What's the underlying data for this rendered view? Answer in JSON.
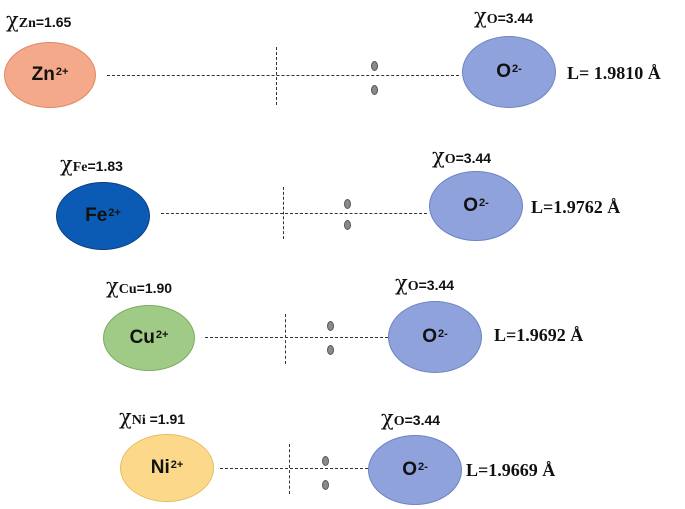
{
  "pairs": [
    {
      "chi_left": {
        "element": "Zn",
        "value": "=1.65"
      },
      "cation": {
        "symbol": "Zn",
        "charge": "2+",
        "color": "#f4a98a",
        "border": "#e08866"
      },
      "chi_right": {
        "element": "O",
        "value": "=3.44"
      },
      "anion": {
        "symbol": "O",
        "charge": "2-"
      },
      "bond_length": "L= 1.9810 Å"
    },
    {
      "chi_left": {
        "element": "Fe",
        "value": "=1.83"
      },
      "cation": {
        "symbol": "Fe",
        "charge": "2+",
        "color": "#0b5bb5",
        "border": "#083f82"
      },
      "chi_right": {
        "element": "O",
        "value": "=3.44"
      },
      "anion": {
        "symbol": "O",
        "charge": "2-"
      },
      "bond_length": "L=1.9762 Å"
    },
    {
      "chi_left": {
        "element": "Cu",
        "value": "=1.90"
      },
      "cation": {
        "symbol": "Cu",
        "charge": "2+",
        "color": "#9fcb86",
        "border": "#7cab63"
      },
      "chi_right": {
        "element": "O",
        "value": "=3.44"
      },
      "anion": {
        "symbol": "O",
        "charge": "2-"
      },
      "bond_length": "L=1.9692 Å"
    },
    {
      "chi_left": {
        "element": "Ni",
        "value": " =1.91"
      },
      "cation": {
        "symbol": "Ni",
        "charge": "2+",
        "color": "#fcd98a",
        "border": "#e6bc5e"
      },
      "chi_right": {
        "element": "O",
        "value": "=3.44"
      },
      "anion": {
        "symbol": "O",
        "charge": "2-"
      },
      "bond_length": "L=1.9669 Å"
    }
  ],
  "chi_symbol": "χ",
  "colors": {
    "oxygen": "#8fa2dc"
  }
}
